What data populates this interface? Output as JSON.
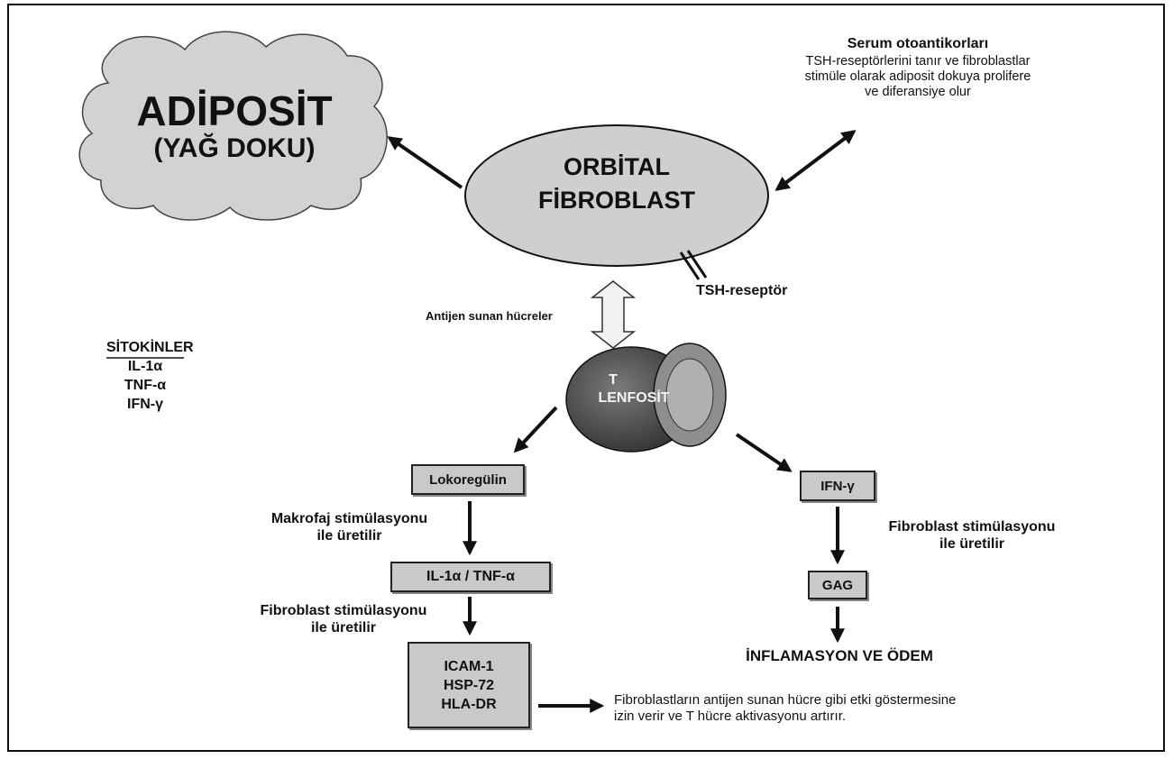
{
  "adipocyte": {
    "title": "ADİPOSİT",
    "subtitle": "(YAĞ DOKU)"
  },
  "fibroblast": {
    "line1": "ORBİTAL",
    "line2": "FİBROBLAST"
  },
  "serum": {
    "title": "Serum otoantikorları",
    "text": "TSH-reseptörlerini tanır ve fibroblastlar\nstimüle olarak adiposit dokuya prolifere\nve diferansiye olur"
  },
  "tsh_receptor": "TSH-reseptör",
  "apc": "Antijen sunan hücreler",
  "cytokines": {
    "title": "SİTOKİNLER",
    "items": [
      "IL-1α",
      "TNF-α",
      "IFN-γ"
    ]
  },
  "t_cell": {
    "line1": "T",
    "line2": "LENFOSİT"
  },
  "left_branch": {
    "box1": "Lokoregülin",
    "label1": "Makrofaj stimülasyonu\nile üretilir",
    "box2": "IL-1α / TNF-α",
    "label2": "Fibroblast stimülasyonu\nile üretilir",
    "box3": [
      "ICAM-1",
      "HSP-72",
      "HLA-DR"
    ],
    "result": "Fibroblastların antijen sunan hücre gibi etki göstermesine\nizin verir ve T hücre aktivasyonu artırır."
  },
  "right_branch": {
    "box1": "IFN-γ",
    "label1": "Fibroblast stimülasyonu\nile üretilir",
    "box2": "GAG",
    "result": "İNFLAMASYON VE ÖDEM"
  },
  "colors": {
    "fill": "#c9c9c9",
    "dark": "#4a4a4a",
    "line": "#111111"
  }
}
